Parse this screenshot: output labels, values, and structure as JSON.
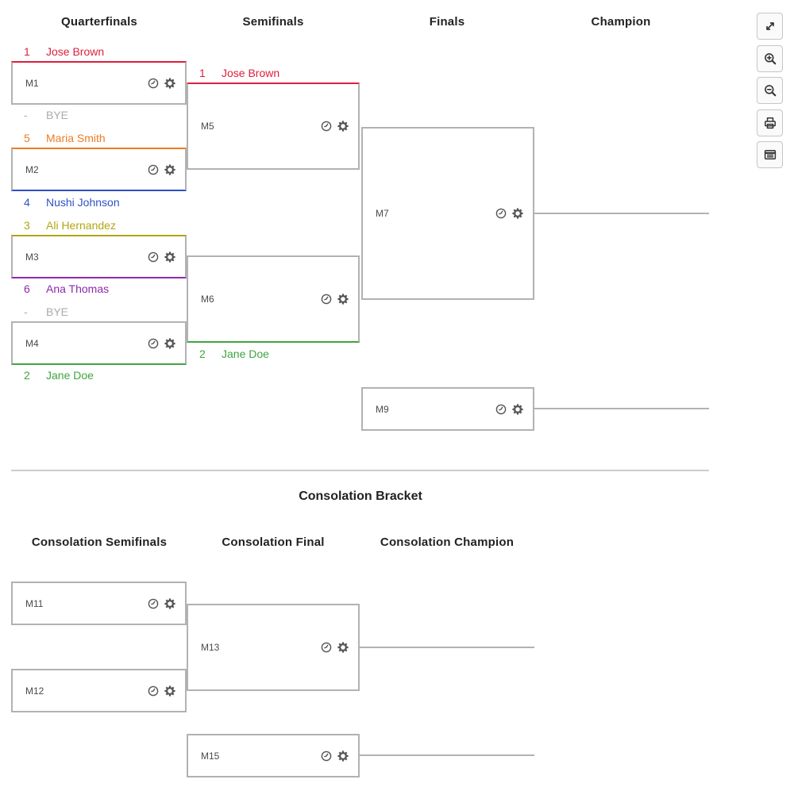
{
  "main": {
    "columns": [
      "Quarterfinals",
      "Semifinals",
      "Finals",
      "Champion"
    ],
    "matches": {
      "m1": "M1",
      "m2": "M2",
      "m3": "M3",
      "m4": "M4",
      "m5": "M5",
      "m6": "M6",
      "m7": "M7",
      "m9": "M9"
    }
  },
  "consolation": {
    "title": "Consolation Bracket",
    "columns": [
      "Consolation Semifinals",
      "Consolation Final",
      "Consolation Champion"
    ],
    "matches": {
      "m11": "M11",
      "m12": "M12",
      "m13": "M13",
      "m15": "M15"
    }
  },
  "participants": {
    "jose_brown": {
      "seed": "1",
      "name": "Jose Brown",
      "color": "#df1e3c"
    },
    "jane_doe": {
      "seed": "2",
      "name": "Jane Doe",
      "color": "#3ea53e"
    },
    "ali_hernandez": {
      "seed": "3",
      "name": "Ali Hernandez",
      "color": "#b2a511"
    },
    "nushi_johnson": {
      "seed": "4",
      "name": "Nushi Johnson",
      "color": "#2e51c6"
    },
    "maria_smith": {
      "seed": "5",
      "name": "Maria Smith",
      "color": "#ef7c23"
    },
    "ana_thomas": {
      "seed": "6",
      "name": "Ana Thomas",
      "color": "#8d28ae"
    },
    "bye": {
      "seed": "-",
      "name": "BYE",
      "color": "#ababab"
    }
  },
  "toolbar": {
    "icons": [
      "expand-icon",
      "zoom-in-icon",
      "zoom-out-icon",
      "print-icon",
      "table-view-icon"
    ]
  },
  "match_icons": [
    "clock-icon",
    "settings-gear-icon"
  ],
  "colors": {
    "box_border": "#b2b2b2",
    "divider": "#cccccc",
    "header_text": "#222222",
    "match_label": "#4a4a4a",
    "match_icon": "#555555",
    "toolbar_icon": "#333333"
  }
}
